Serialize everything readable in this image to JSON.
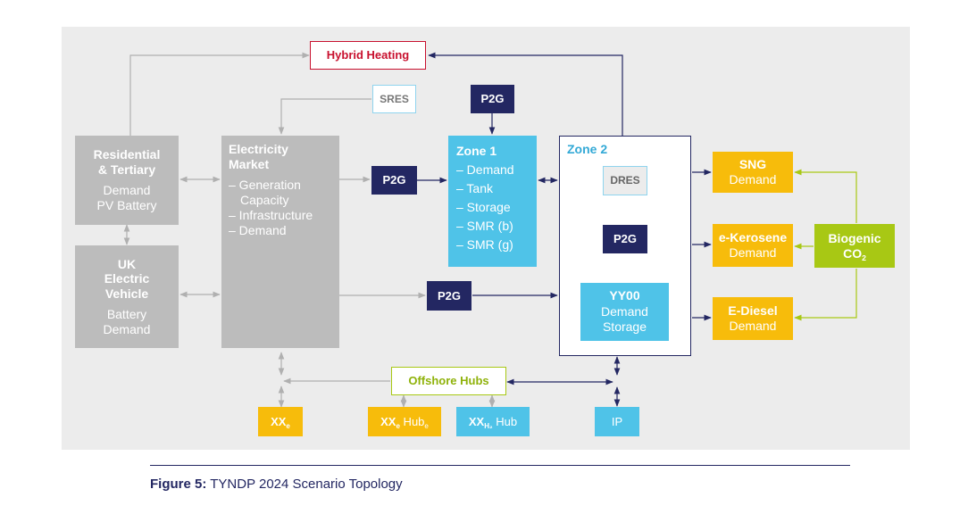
{
  "colors": {
    "navy": "#232762",
    "gray": "#bcbcbc",
    "blue": "#4fc3e8",
    "yellow": "#f7bc0b",
    "green": "#a8c814",
    "red": "#c8102e"
  },
  "nodes": {
    "hybrid_heating": "Hybrid Heating",
    "sres": "SRES",
    "p2g": "P2G",
    "residential": {
      "title_1": "Residential",
      "title_2": "& Tertiary",
      "line_1": "Demand",
      "line_2": "PV Battery"
    },
    "uk_ev": {
      "title_1": "UK",
      "title_2": "Electric",
      "title_3": "Vehicle",
      "line_1": "Battery",
      "line_2": "Demand"
    },
    "electricity_market": {
      "title_1": "Electricity",
      "title_2": "Market",
      "items": [
        "– Generation",
        "Capacity",
        "– Infrastructure",
        "– Demand"
      ]
    },
    "zone1": {
      "title": "Zone 1",
      "items": [
        "– Demand",
        "– Tank",
        "– Storage",
        "– SMR (b)",
        "– SMR (g)"
      ]
    },
    "zone2": {
      "title": "Zone 2"
    },
    "dres": "DRES",
    "yy00": {
      "title": "YY00",
      "line_1": "Demand",
      "line_2": "Storage"
    },
    "sng": {
      "title": "SNG",
      "line": "Demand"
    },
    "e_kerosene": {
      "title": "e-Kerosene",
      "line": "Demand"
    },
    "e_diesel": {
      "title": "E-Diesel",
      "line": "Demand"
    },
    "biogenic": {
      "title": "Biogenic",
      "co2": "CO",
      "co2_sub": "2"
    },
    "offshore_hubs": "Offshore Hubs",
    "xx_e": {
      "main": "XX",
      "sub": "e"
    },
    "xx_e_hub": {
      "main": "XX",
      "sub": "e",
      "suffix": " Hub",
      "suffix_sub": "e"
    },
    "xx_h2_hub": {
      "main": "XX",
      "sub": "H₂",
      "suffix": " Hub"
    },
    "ip": "IP"
  },
  "caption": {
    "label": "Figure 5:",
    "text": " TYNDP 2024 Scenario Topology"
  }
}
